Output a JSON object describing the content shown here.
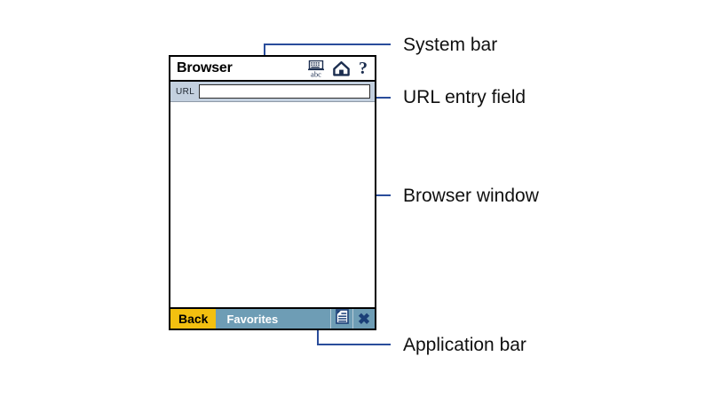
{
  "device": {
    "system_bar": {
      "title": "Browser",
      "icons": [
        {
          "name": "input-method-abc-icon",
          "label": "abc"
        },
        {
          "name": "home-icon",
          "label": "Home"
        },
        {
          "name": "help-icon",
          "label": "?"
        }
      ]
    },
    "url_bar": {
      "label": "URL",
      "value": "",
      "placeholder": ""
    },
    "browser_window": {
      "content": ""
    },
    "application_bar": {
      "back_label": "Back",
      "favorites_label": "Favorites",
      "menu_icon": "menu-list-icon",
      "close_icon": "close-x-icon"
    }
  },
  "annotations": [
    {
      "id": "system-bar",
      "label": "System bar"
    },
    {
      "id": "url-entry-field",
      "label": "URL entry field"
    },
    {
      "id": "browser-window",
      "label": "Browser window"
    },
    {
      "id": "application-bar",
      "label": "Application bar"
    }
  ],
  "colors": {
    "leader_line": "#2a4d9b",
    "back_button": "#f3c010",
    "app_bar": "#6e9db5",
    "url_row": "#c3d0df",
    "frame_border": "#000000"
  }
}
